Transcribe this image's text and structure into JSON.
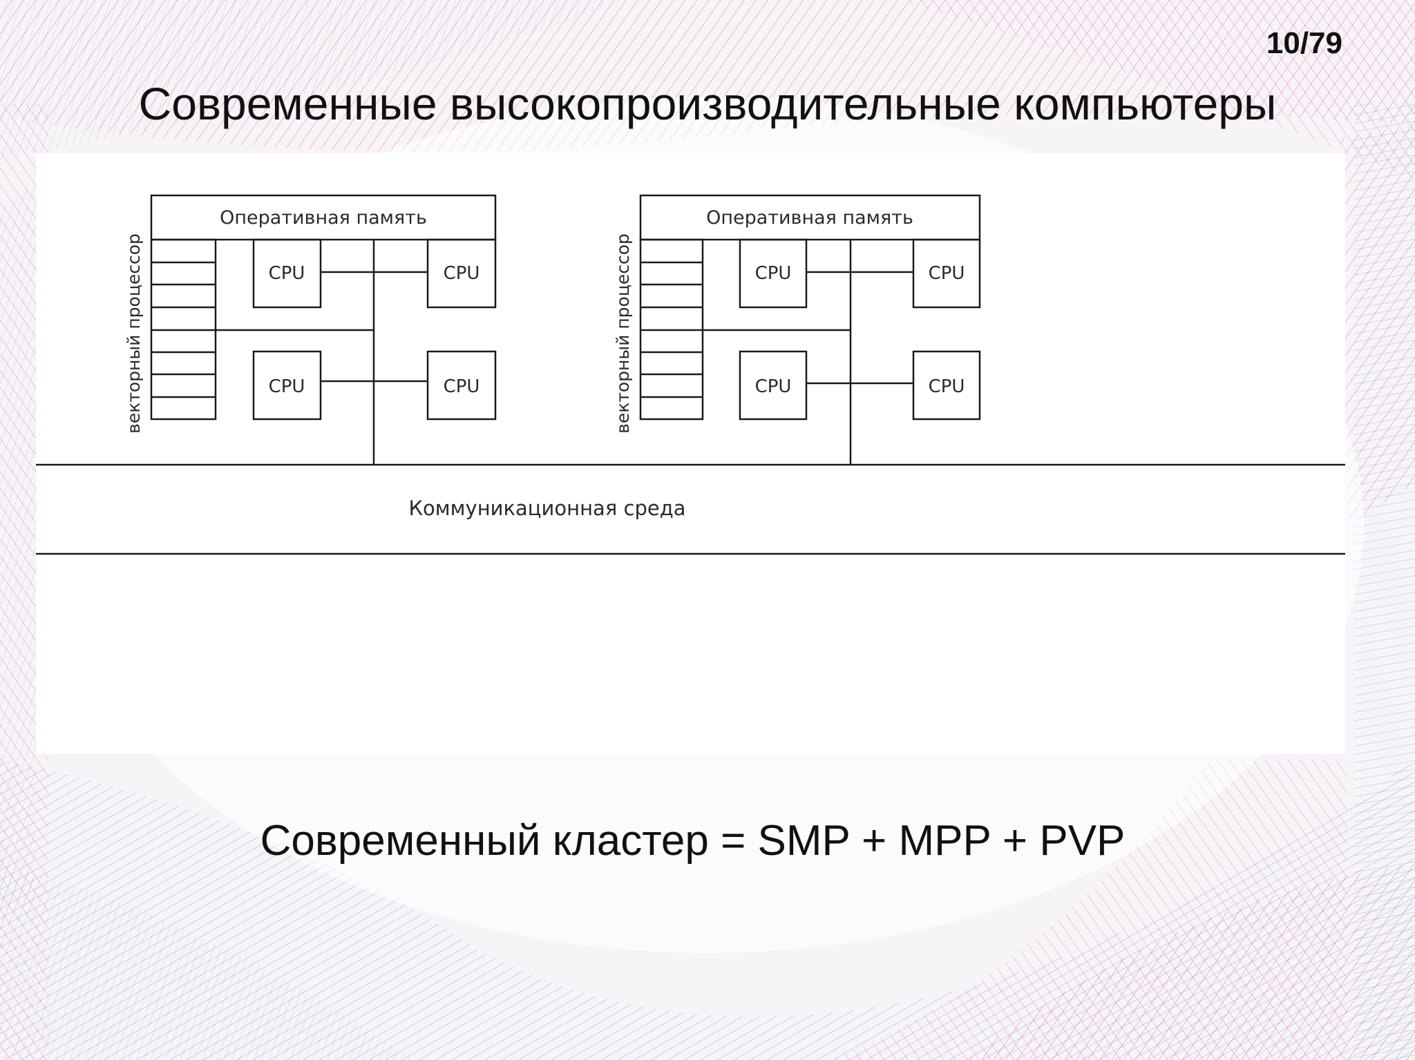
{
  "slide": {
    "page_number": "10/79",
    "title": "Современные высокопроизводительные компьютеры",
    "formula": "Современный кластер = SMP + MPP + PVP"
  },
  "diagram": {
    "nodes": [
      {
        "memory_label": "Оперативная память",
        "vector_label": "векторный процессор",
        "cpus": [
          "CPU",
          "CPU",
          "CPU",
          "CPU"
        ]
      },
      {
        "memory_label": "Оперативная память",
        "vector_label": "векторный процессор",
        "cpus": [
          "CPU",
          "CPU",
          "CPU",
          "CPU"
        ]
      }
    ],
    "network_label": "Коммуникационная среда"
  },
  "colors": {
    "accent_pink": "#d9568f",
    "accent_blue": "#6a86c8",
    "accent_teal": "#4fb8c9",
    "line": "#1a1a1a"
  }
}
